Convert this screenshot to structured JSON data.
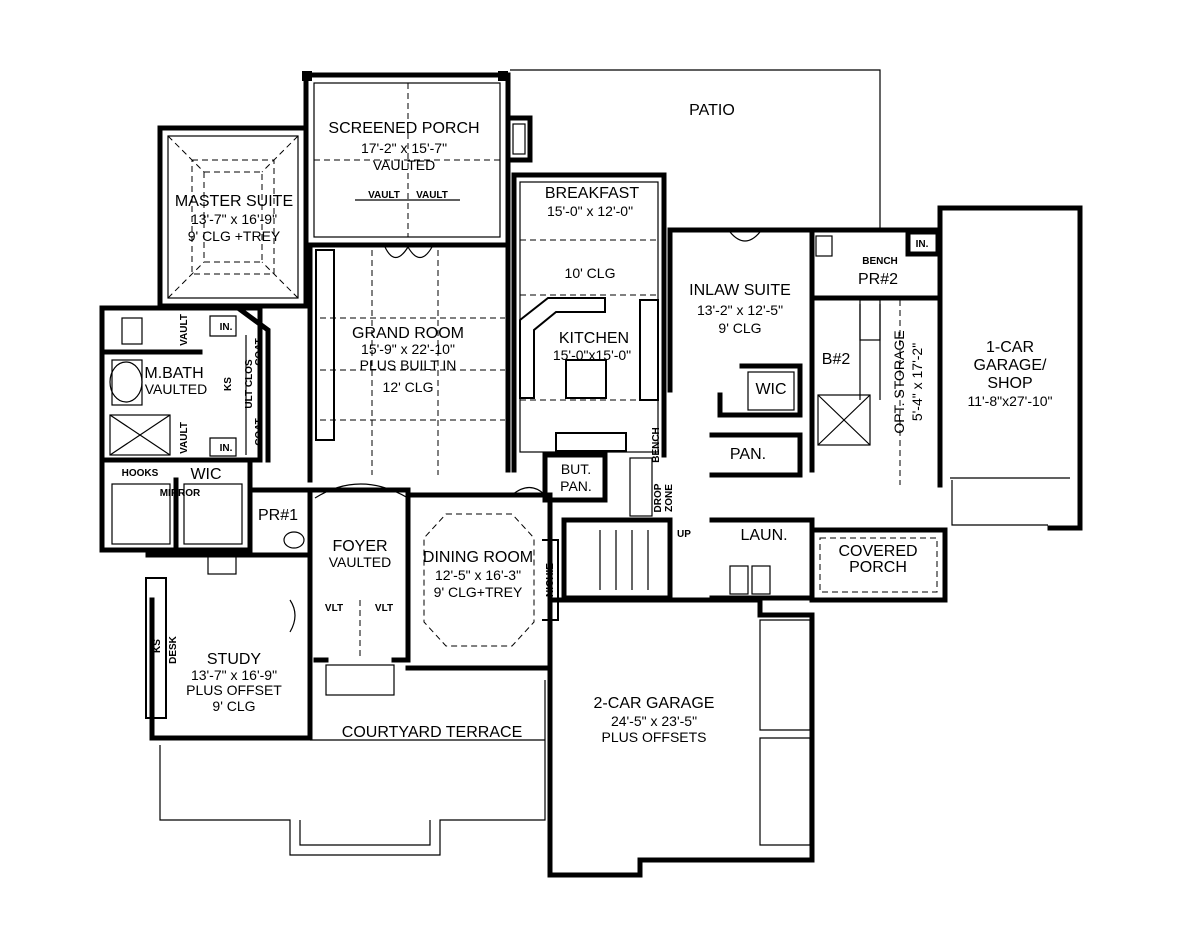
{
  "rooms": {
    "patio": {
      "name": "PATIO"
    },
    "screened_porch": {
      "name": "SCREENED PORCH",
      "size": "17'-2\" x 15'-7\"",
      "note": "VAULTED",
      "vault_left": "VAULT",
      "vault_right": "VAULT"
    },
    "master_suite": {
      "name": "MASTER SUITE",
      "size": "13'-7\" x 16'-9\"",
      "note": "9' CLG +TREY"
    },
    "breakfast": {
      "name": "BREAKFAST",
      "size": "15'-0\" x 12'-0\""
    },
    "kitchen_ceiling": {
      "note": "10' CLG"
    },
    "kitchen": {
      "name": "KITCHEN",
      "size": "15'-0\"x15'-0\""
    },
    "grand_room": {
      "name": "GRAND ROOM",
      "size": "15'-9\" x 22'-10\"",
      "note": "PLUS BUILT IN",
      "ceiling": "12' CLG"
    },
    "inlaw_suite": {
      "name": "INLAW SUITE",
      "size": "13'-2\" x 12'-5\"",
      "note": "9' CLG"
    },
    "powder_2": {
      "name": "PR#2",
      "bench": "BENCH",
      "in": "IN."
    },
    "garage_1car": {
      "name_1": "1-CAR",
      "name_2": "GARAGE/",
      "name_3": "SHOP",
      "size": "11'-8\"x27'-10\""
    },
    "master_bath": {
      "name": "M.BATH",
      "note": "VAULTED",
      "vault_top": "VAULT",
      "vault_bottom": "VAULT",
      "in_top": "IN.",
      "in_bottom": "IN.",
      "ks": "KS",
      "ult_clos": "ULT CLOS",
      "coat_top": "COAT",
      "coat_bottom": "COAT"
    },
    "wic_master": {
      "name": "WIC",
      "hooks": "HOOKS",
      "mirror": "MIRROR"
    },
    "wic_inlaw": {
      "name": "WIC"
    },
    "bath_2": {
      "name": "B#2"
    },
    "opt_storage": {
      "name": "OPT. STORAGE",
      "size": "5'-4\" x 17'-2\""
    },
    "pantry": {
      "name": "PAN."
    },
    "butler_pantry": {
      "name_1": "BUT.",
      "name_2": "PAN."
    },
    "drop_zone": {
      "bench": "BENCH",
      "drop": "DROP",
      "zone": "ZONE",
      "up": "UP"
    },
    "powder_1": {
      "name": "PR#1"
    },
    "foyer": {
      "name": "FOYER",
      "note": "VAULTED",
      "vlt_left": "VLT",
      "vlt_right": "VLT"
    },
    "dining_room": {
      "name": "DINING ROOM",
      "size": "12'-5\" x 16'-3\"",
      "note": "9' CLG+TREY",
      "niche": "NICHIE"
    },
    "laundry": {
      "name": "LAUN."
    },
    "covered_porch": {
      "name_1": "COVERED",
      "name_2": "PORCH"
    },
    "study": {
      "name": "STUDY",
      "size": "13'-7\" x 16'-9\"",
      "note_1": "PLUS OFFSET",
      "note_2": "9' CLG",
      "desk": "DESK",
      "ks": "KS"
    },
    "courtyard_terrace": {
      "name": "COURTYARD TERRACE"
    },
    "garage_2car": {
      "name": "2-CAR GARAGE",
      "size": "24'-5\" x 23'-5\"",
      "note": "PLUS OFFSETS"
    }
  }
}
